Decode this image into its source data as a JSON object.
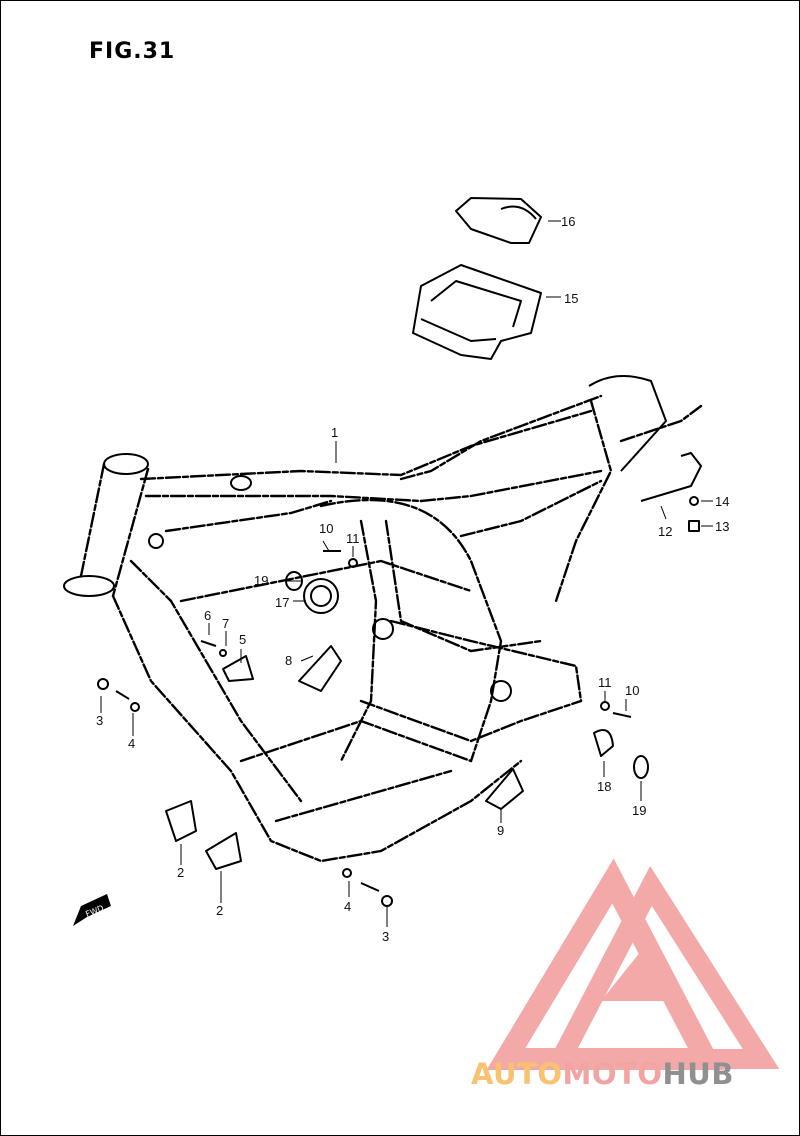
{
  "figure": {
    "title": "FIG.31",
    "labels": {
      "p1": "1",
      "p2a": "2",
      "p2b": "2",
      "p3a": "3",
      "p3b": "3",
      "p4a": "4",
      "p4b": "4",
      "p5": "5",
      "p6": "6",
      "p7": "7",
      "p8": "8",
      "p9": "9",
      "p10a": "10",
      "p10b": "10",
      "p11a": "11",
      "p11b": "11",
      "p12": "12",
      "p13": "13",
      "p14": "14",
      "p15": "15",
      "p16": "16",
      "p17": "17",
      "p18": "18",
      "p19a": "19",
      "p19b": "19"
    },
    "arrow_text": "FWD"
  },
  "watermark": {
    "part1": "AUTO",
    "part2": "MOTO",
    "part3": "HUB",
    "colors": {
      "auto": "#f9c270",
      "moto": "#f2a3a3",
      "hub": "#909090",
      "logo": "#f3a0a0"
    }
  }
}
